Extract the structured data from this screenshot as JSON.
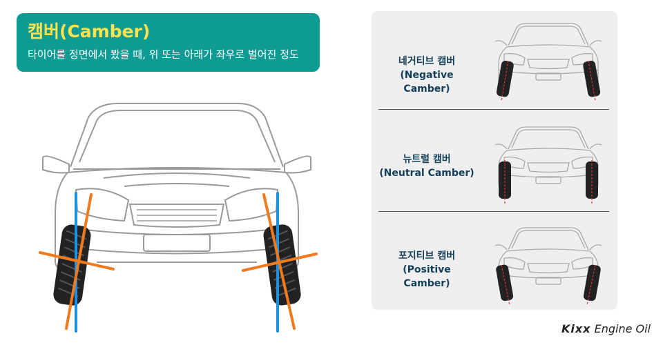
{
  "title": {
    "heading": "캠버(Camber)",
    "description": "타이어를 정면에서 봤을 때, 위 또는 아래가 좌우로 벌어진 정도"
  },
  "types": [
    {
      "korean": "네거티브 캠버",
      "english": "(Negative Camber)"
    },
    {
      "korean": "뉴트럴 캠버",
      "english": "(Neutral Camber)"
    },
    {
      "korean": "포지티브 캠버",
      "english": "(Positive Camber)"
    }
  ],
  "brand": {
    "name": "Kixx",
    "suffix": "Engine Oil"
  },
  "colors": {
    "accent": "#0d9b94",
    "heading": "#ffe24d",
    "vertical_line": "#1e90e6",
    "angle_line": "#f07a1e",
    "red_axis": "#e03030"
  }
}
